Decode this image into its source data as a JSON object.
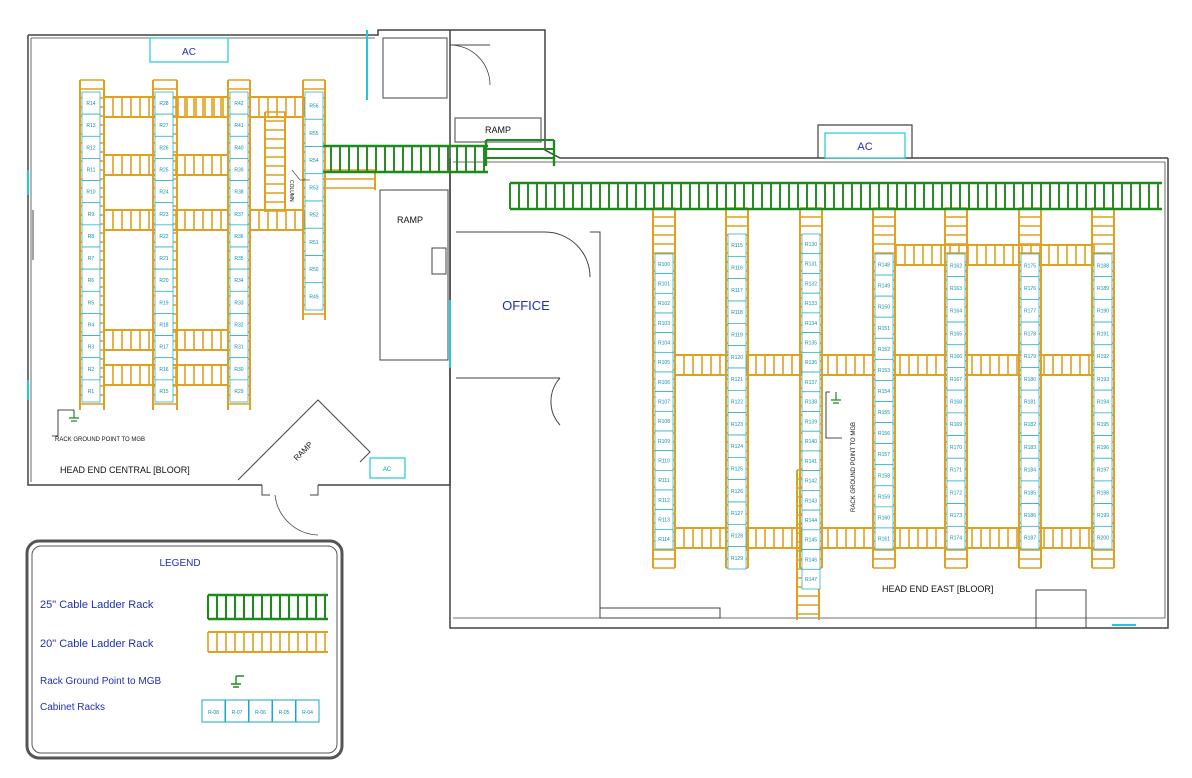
{
  "labels": {
    "ac_central_top": "AC",
    "ac_east": "AC",
    "ac_central_bottom": "AC",
    "ramp_top": "RAMP",
    "ramp_middle": "RAMP",
    "ramp_diagonal": "RAMP",
    "office": "OFFICE",
    "head_end_central": "HEAD END CENTRAL [BLOOR]",
    "head_end_east": "HEAD END EAST [BLOOR]",
    "ground_central": "RACK GROUND POINT TO MGB",
    "ground_east": "RACK GROUND POINT TO MGB",
    "column": "COLUMN"
  },
  "legend": {
    "title": "LEGEND",
    "item_25": "25\" Cable Ladder Rack",
    "item_20": "20\" Cable Ladder Rack",
    "item_ground": "Rack Ground Point to MGB",
    "item_cabinet": "Cabinet Racks",
    "cabinet_samples": [
      "R-08",
      "R-07",
      "R-06",
      "R-05",
      "R-04"
    ]
  },
  "colors": {
    "rack_25": "#1e8a1e",
    "rack_20": "#e0a020",
    "cabinet": "#18a8c8",
    "wall": "#444444",
    "ac": "#20c8d8",
    "text": "#1f2fb5"
  },
  "racks": {
    "central": [
      [
        "R14",
        "R13",
        "R12",
        "R11",
        "R10",
        "R9",
        "R8",
        "R7",
        "R6",
        "R5",
        "R4",
        "R3",
        "R2",
        "R1"
      ],
      [
        "R28",
        "R27",
        "R26",
        "R25",
        "R24",
        "R23",
        "R22",
        "R21",
        "R20",
        "R19",
        "R18",
        "R17",
        "R16",
        "R15"
      ],
      [
        "R42",
        "R41",
        "R40",
        "R39",
        "R38",
        "R37",
        "R36",
        "R35",
        "R34",
        "R33",
        "R32",
        "R31",
        "R30",
        "R29"
      ],
      [
        "R56",
        "R55",
        "R54",
        "R53",
        "R52",
        "R51",
        "R50",
        "R49"
      ]
    ],
    "east": [
      [
        "R100",
        "R101",
        "R102",
        "R103",
        "R104",
        "R105",
        "R106",
        "R107",
        "R108",
        "R109",
        "R110",
        "R111",
        "R112",
        "R113",
        "R114"
      ],
      [
        "R115",
        "R116",
        "R117",
        "R118",
        "R119",
        "R120",
        "R121",
        "R122",
        "R123",
        "R124",
        "R125",
        "R126",
        "R127",
        "R128",
        "R129"
      ],
      [
        "R130",
        "R131",
        "R132",
        "R133",
        "R134",
        "R135",
        "R136",
        "R137",
        "R138",
        "R139",
        "R140",
        "R141",
        "R142",
        "R143",
        "R144",
        "R145",
        "R146",
        "R147"
      ],
      [
        "R148",
        "R149",
        "R150",
        "R151",
        "R152",
        "R153",
        "R154",
        "R155",
        "R156",
        "R157",
        "R158",
        "R159",
        "R160",
        "R161"
      ],
      [
        "R162",
        "R163",
        "R164",
        "R165",
        "R166",
        "R167",
        "R168",
        "R169",
        "R170",
        "R171",
        "R172",
        "R173",
        "R174"
      ],
      [
        "R175",
        "R176",
        "R177",
        "R178",
        "R179",
        "R180",
        "R181",
        "R182",
        "R183",
        "R184",
        "R185",
        "R186",
        "R187"
      ],
      [
        "R188",
        "R189",
        "R190",
        "R191",
        "R192",
        "R193",
        "R194",
        "R195",
        "R196",
        "R197",
        "R198",
        "R199",
        "R200"
      ]
    ]
  }
}
